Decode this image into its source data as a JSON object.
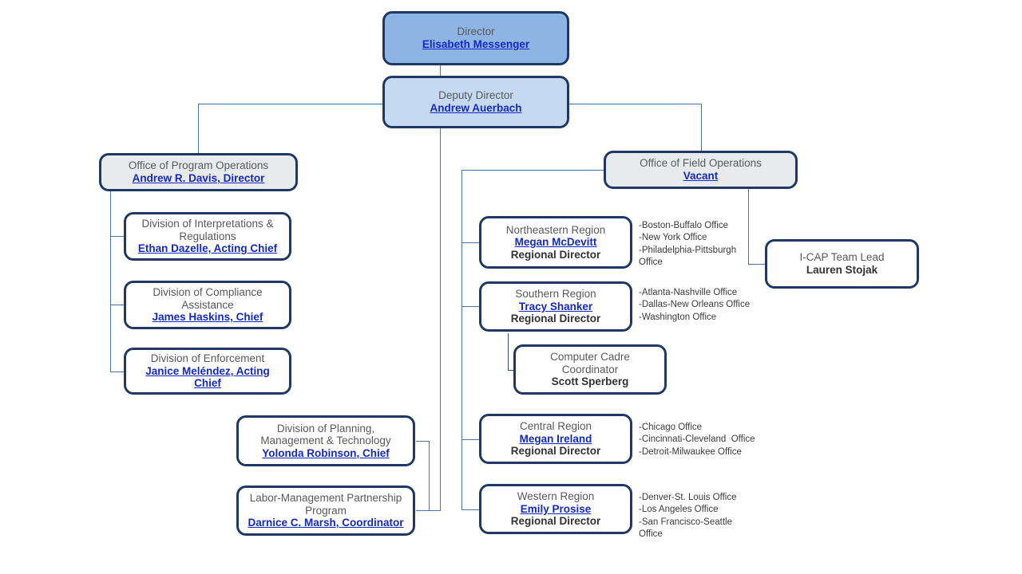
{
  "chart_data": {
    "type": "diagram",
    "title": "Organizational Chart",
    "nodes": [
      {
        "id": "director",
        "title": "Director",
        "name": "Elisabeth Messenger"
      },
      {
        "id": "deputy",
        "title": "Deputy Director",
        "name": "Andrew Auerbach"
      },
      {
        "id": "opo",
        "title": "Office of  Program Operations",
        "name": "Andrew R. Davis, Director"
      },
      {
        "id": "ofo",
        "title": "Office of Field Operations",
        "name": "Vacant"
      },
      {
        "id": "icap",
        "title": "I-CAP Team Lead",
        "name": "Lauren Stojak"
      },
      {
        "id": "dir_reg",
        "title": "Division of  Interpretations  &  Regulations",
        "name": "Ethan Dazelle, Acting Chief"
      },
      {
        "id": "dca",
        "title": "Division of Compliance Assistance",
        "name": "James Haskins, Chief"
      },
      {
        "id": "denf",
        "title": "Division of  Enforcement",
        "name": "Janice Meléndez, Acting Chief"
      },
      {
        "id": "dpmt",
        "title": "Division of  Planning, Management & Technology",
        "name": "Yolonda Robinson, Chief"
      },
      {
        "id": "lmpp",
        "title": "Labor-Management Partnership Program",
        "name": "Darnice C. Marsh, Coordinator"
      },
      {
        "id": "ner",
        "title": "Northeastern Region",
        "name": "Megan McDevitt",
        "role": "Regional Director"
      },
      {
        "id": "sr",
        "title": "Southern Region",
        "name": "Tracy Shanker",
        "role": "Regional Director"
      },
      {
        "id": "ccc",
        "title": "Computer Cadre Coordinator",
        "name": "Scott Sperberg"
      },
      {
        "id": "cr",
        "title": "Central Region",
        "name": "Megan Ireland",
        "role": "Regional Director"
      },
      {
        "id": "wr",
        "title": "Western Region",
        "name": "Emily Prosise",
        "role": "Regional Director"
      }
    ]
  },
  "colors": {
    "level1_fill": "#8eb4e3",
    "level2_fill": "#c5d9f1",
    "office_fill": "#e8eaec",
    "border": "#1f3864",
    "line": "#4a73a8",
    "title_text": "#595959",
    "name_link": "#1428c8",
    "role_text": "#333333"
  },
  "director": {
    "title": "Director",
    "name": "Elisabeth Messenger"
  },
  "deputy": {
    "title": "Deputy Director",
    "name": "Andrew Auerbach"
  },
  "program_operations": {
    "title": "Office of  Program Operations",
    "name": "Andrew R. Davis, Director"
  },
  "field_operations": {
    "title": "Office of Field Operations",
    "name": "Vacant"
  },
  "icap": {
    "title": "I-CAP Team Lead",
    "name": "Lauren Stojak"
  },
  "divisions": [
    {
      "line1": "Division of  Interpretations  &",
      "line2": "Regulations",
      "name": "Ethan Dazelle, Acting Chief"
    },
    {
      "line1": "Division of Compliance",
      "line2": "Assistance",
      "name": "James Haskins, Chief"
    },
    {
      "line1": "Division of  Enforcement",
      "line2": "",
      "name": "Janice Meléndez, Acting Chief"
    }
  ],
  "center_units": [
    {
      "line1": "Division of  Planning,",
      "line2": "Management & Technology",
      "name": "Yolonda Robinson, Chief"
    },
    {
      "line1": "Labor-Management Partnership",
      "line2": "Program",
      "name": "Darnice C. Marsh, Coordinator"
    }
  ],
  "regions": [
    {
      "title": "Northeastern Region",
      "name": "Megan McDevitt",
      "role": "Regional Director",
      "offices": [
        "-Boston-Buffalo Office",
        "-New York Office",
        "-Philadelphia-Pittsburgh",
        "Office"
      ]
    },
    {
      "title": "Southern Region",
      "name": "Tracy Shanker",
      "role": "Regional Director",
      "offices": [
        "-Atlanta-Nashville Office",
        "-Dallas-New Orleans Office",
        "-Washington Office"
      ]
    },
    {
      "title": "Central Region",
      "name": "Megan Ireland",
      "role": "Regional Director",
      "offices": [
        "-Chicago Office",
        "-Cincinnati-Cleveland  Office",
        "-Detroit-Milwaukee Office"
      ]
    },
    {
      "title": "Western Region",
      "name": "Emily Prosise",
      "role": "Regional Director",
      "offices": [
        "-Denver-St. Louis Office",
        "-Los Angeles Office",
        "-San Francisco-Seattle  Office"
      ]
    }
  ],
  "computer_cadre": {
    "line1": "Computer Cadre",
    "line2": "Coordinator",
    "name": "Scott Sperberg"
  }
}
